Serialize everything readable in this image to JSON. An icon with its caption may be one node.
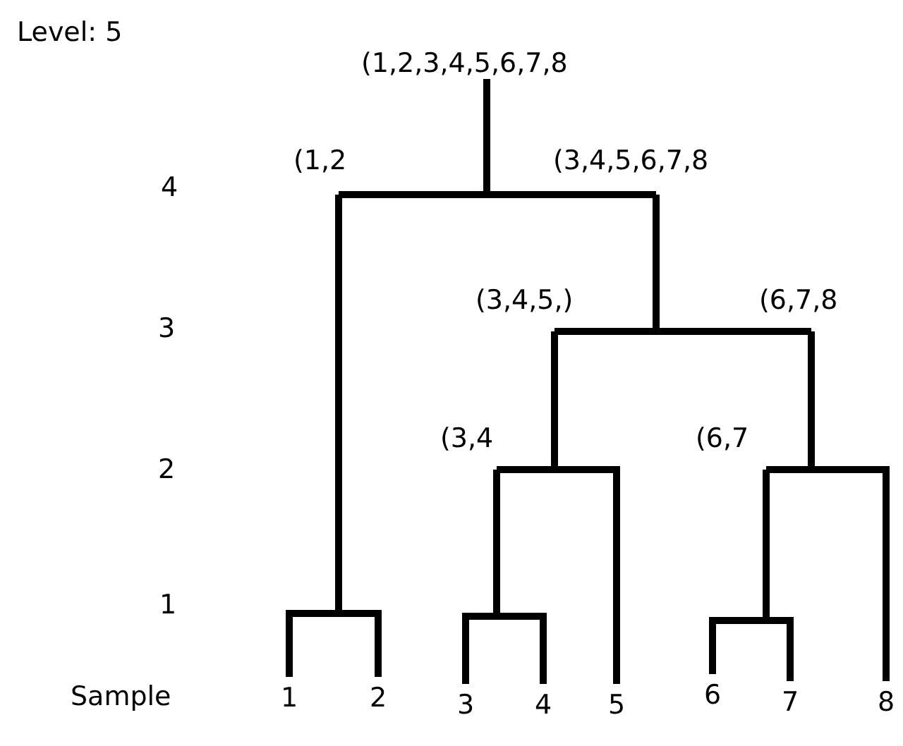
{
  "diagram": {
    "nodes": [
      {
        "text": [
          "(1,2,3,4,5,6,7,8"
        ]
      },
      {
        "text": [
          "(1,2"
        ]
      },
      {
        "text": [
          "(3,4,5,6,7,8"
        ]
      },
      {
        "text": [
          "(3,4,5,)"
        ]
      },
      {
        "text": [
          "(6,7,8"
        ]
      },
      {
        "text": [
          "(3,4"
        ]
      },
      {
        "text": [
          "(6,7"
        ]
      },
      {
        "text": [
          "1"
        ]
      },
      {
        "text": [
          "2"
        ]
      },
      {
        "text": [
          "3"
        ]
      },
      {
        "text": [
          "4"
        ]
      },
      {
        "text": [
          "5"
        ]
      },
      {
        "text": [
          "6"
        ]
      },
      {
        "text": [
          "7"
        ]
      },
      {
        "text": [
          "8"
        ]
      }
    ],
    "edges": [
      {
        "from": 0,
        "to": 1,
        "arrow": "none"
      },
      {
        "from": 0,
        "to": 2,
        "arrow": "none"
      },
      {
        "from": 1,
        "to": 7,
        "arrow": "none"
      },
      {
        "from": 1,
        "to": 8,
        "arrow": "none"
      },
      {
        "from": 2,
        "to": 3,
        "arrow": "none"
      },
      {
        "from": 2,
        "to": 4,
        "arrow": "none"
      },
      {
        "from": 3,
        "to": 5,
        "arrow": "none"
      },
      {
        "from": 3,
        "to": 11,
        "arrow": "none"
      },
      {
        "from": 4,
        "to": 6,
        "arrow": "none"
      },
      {
        "from": 4,
        "to": 14,
        "arrow": "none"
      },
      {
        "from": 5,
        "to": 9,
        "arrow": "none"
      },
      {
        "from": 5,
        "to": 10,
        "arrow": "none"
      },
      {
        "from": 6,
        "to": 12,
        "arrow": "none"
      },
      {
        "from": 6,
        "to": 13,
        "arrow": "none"
      }
    ],
    "labels": [
      "Level: 5",
      "4",
      "3",
      "2",
      "1",
      "Sample"
    ]
  }
}
